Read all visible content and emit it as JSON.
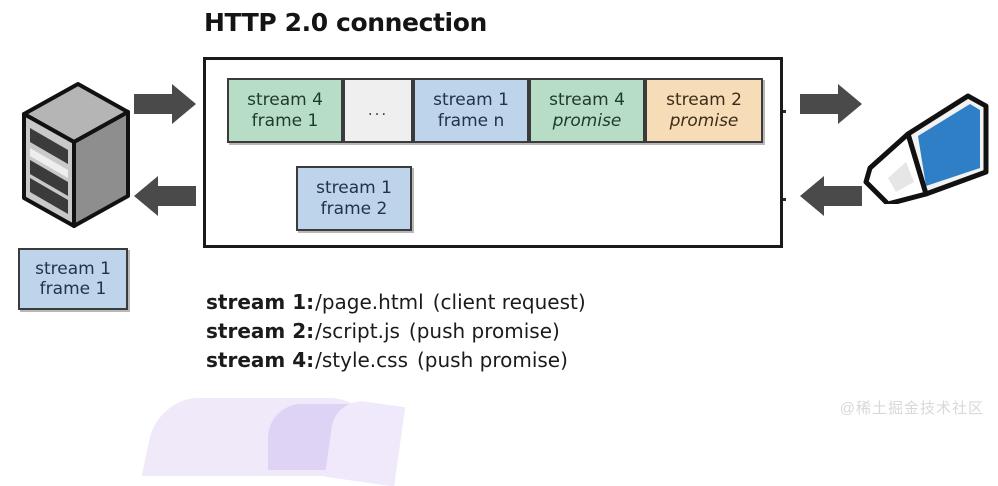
{
  "title": "HTTP 2.0 connection",
  "watermark": "@稀土掘金技术社区",
  "colors": {
    "green": "#b8ddc6",
    "blue": "#bdd4ea",
    "orange": "#f7dcb8",
    "gray": "#efefef",
    "arrow": "#4a4a4a",
    "border": "#1a1a1a",
    "laptop_screen": "#2f7fc6"
  },
  "connection": {
    "upstream_frames": [
      {
        "line1": "stream 4",
        "line2": "frame 1",
        "color": "green",
        "italic": false
      },
      {
        "line1": "",
        "line2": "...",
        "color": "gray",
        "italic": false
      },
      {
        "line1": "stream 1",
        "line2": "frame n",
        "color": "blue",
        "italic": false
      },
      {
        "line1": "stream 4",
        "line2": "promise",
        "color": "green",
        "italic": true
      },
      {
        "line1": "stream 2",
        "line2": "promise",
        "color": "orange",
        "italic": true
      }
    ],
    "downstream_frames": [
      {
        "line1": "stream 1",
        "line2": "frame 2",
        "color": "blue",
        "italic": false
      }
    ]
  },
  "standalone_frame": {
    "line1": "stream 1",
    "line2": "frame 1",
    "color": "blue"
  },
  "endpoints": {
    "left": "server",
    "right": "laptop"
  },
  "arrows": [
    {
      "name": "arrow-left-outbound",
      "direction": "right"
    },
    {
      "name": "arrow-left-inbound",
      "direction": "left"
    },
    {
      "name": "arrow-right-inbound",
      "direction": "right"
    },
    {
      "name": "arrow-right-outbound",
      "direction": "left"
    }
  ],
  "legend": [
    {
      "label": "stream 1:",
      "path": "/page.html",
      "note": "(client request)"
    },
    {
      "label": "stream 2:",
      "path": "/script.js",
      "note": "(push promise)"
    },
    {
      "label": "stream 4:",
      "path": "/style.css",
      "note": "(push promise)"
    }
  ]
}
